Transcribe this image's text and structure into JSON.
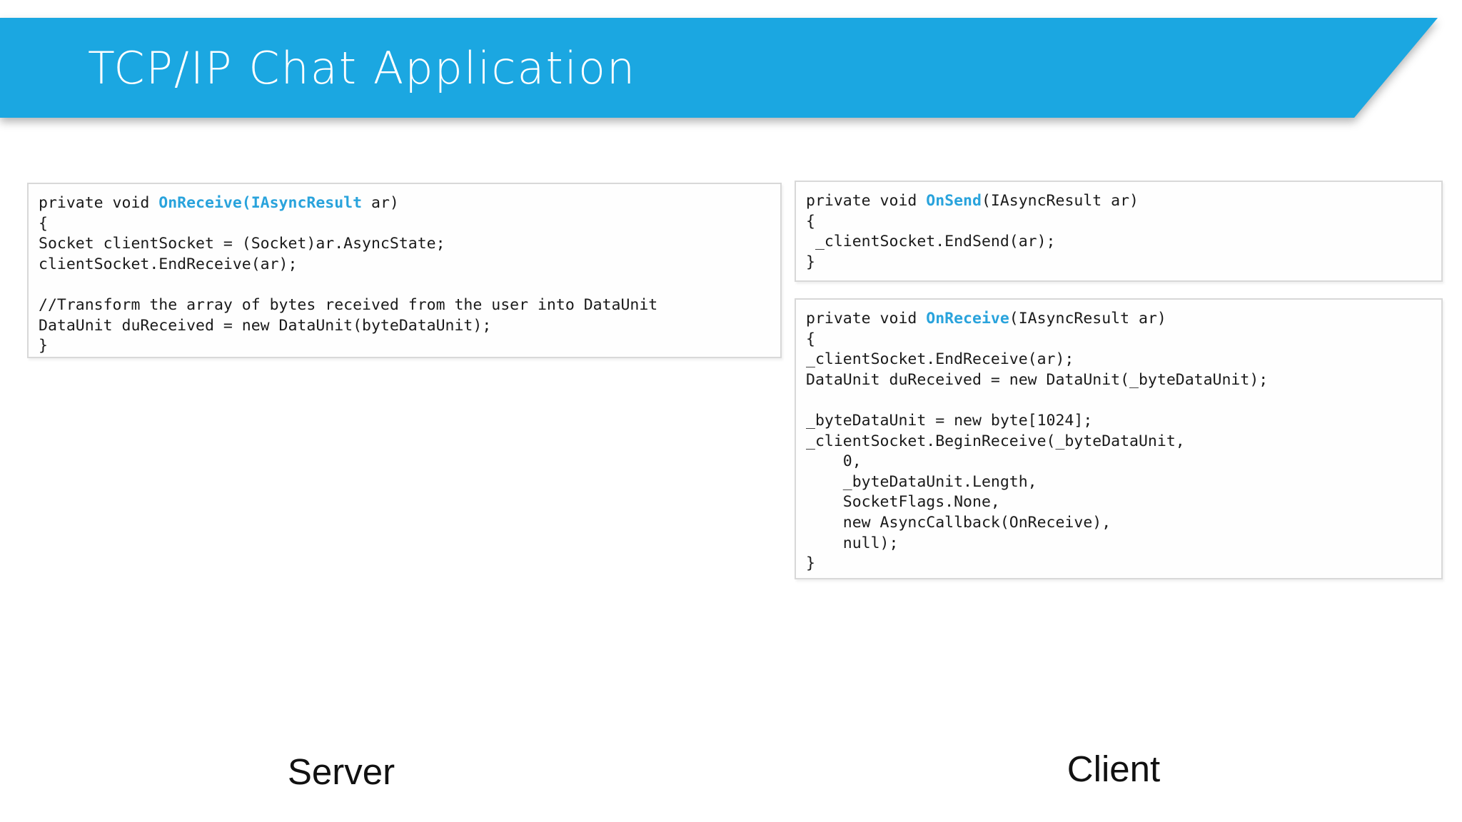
{
  "title": "TCP/IP Chat Application",
  "colors": {
    "banner_blue": "#1BA7E1",
    "keyword_blue": "#29A3DC",
    "box_border": "#D8D8D8",
    "code_text": "#1A1A1A",
    "title_text": "#FFFFFF",
    "background": "#FFFFFF"
  },
  "labels": {
    "server": "Server",
    "client": "Client"
  },
  "code_boxes": [
    {
      "id": "server-onreceive",
      "lines": [
        [
          {
            "t": "private void ",
            "hl": false
          },
          {
            "t": "OnReceive(IAsyncResult",
            "hl": true
          },
          {
            "t": " ar)",
            "hl": false
          }
        ],
        [
          {
            "t": "{",
            "hl": false
          }
        ],
        [
          {
            "t": "Socket clientSocket = (Socket)ar.AsyncState;",
            "hl": false
          }
        ],
        [
          {
            "t": "clientSocket.EndReceive(ar);",
            "hl": false
          }
        ],
        [
          {
            "t": "",
            "hl": false
          }
        ],
        [
          {
            "t": "//Transform the array of bytes received from the user into DataUnit",
            "hl": false
          }
        ],
        [
          {
            "t": "DataUnit duReceived = new DataUnit(byteDataUnit);",
            "hl": false
          }
        ],
        [
          {
            "t": "}",
            "hl": false
          }
        ]
      ]
    },
    {
      "id": "client-onsend",
      "lines": [
        [
          {
            "t": "private void ",
            "hl": false
          },
          {
            "t": "OnSend",
            "hl": true
          },
          {
            "t": "(IAsyncResult ar)",
            "hl": false
          }
        ],
        [
          {
            "t": "{",
            "hl": false
          }
        ],
        [
          {
            "t": " _clientSocket.EndSend(ar);",
            "hl": false
          }
        ],
        [
          {
            "t": "}",
            "hl": false
          }
        ]
      ]
    },
    {
      "id": "client-onreceive",
      "lines": [
        [
          {
            "t": "private void ",
            "hl": false
          },
          {
            "t": "OnReceive",
            "hl": true
          },
          {
            "t": "(IAsyncResult ar)",
            "hl": false
          }
        ],
        [
          {
            "t": "{",
            "hl": false
          }
        ],
        [
          {
            "t": "_clientSocket.EndReceive(ar);",
            "hl": false
          }
        ],
        [
          {
            "t": "DataUnit duReceived = new DataUnit(_byteDataUnit);",
            "hl": false
          }
        ],
        [
          {
            "t": "",
            "hl": false
          }
        ],
        [
          {
            "t": "_byteDataUnit = new byte[1024];",
            "hl": false
          }
        ],
        [
          {
            "t": "_clientSocket.BeginReceive(_byteDataUnit,",
            "hl": false
          }
        ],
        [
          {
            "t": "    0,",
            "hl": false
          }
        ],
        [
          {
            "t": "    _byteDataUnit.Length,",
            "hl": false
          }
        ],
        [
          {
            "t": "    SocketFlags.None,",
            "hl": false
          }
        ],
        [
          {
            "t": "    new AsyncCallback(OnReceive),",
            "hl": false
          }
        ],
        [
          {
            "t": "    null);",
            "hl": false
          }
        ],
        [
          {
            "t": "}",
            "hl": false
          }
        ]
      ]
    }
  ]
}
